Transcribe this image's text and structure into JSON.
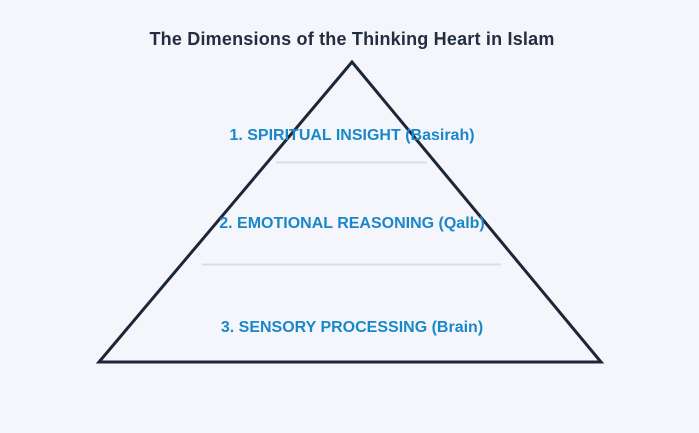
{
  "title": "The Dimensions of the Thinking Heart in Islam",
  "diagram": {
    "type": "pyramid",
    "levels": [
      {
        "rank": 1,
        "label": "1. SPIRITUAL INSIGHT (Basirah)",
        "name": "Spiritual Insight",
        "term": "Basirah"
      },
      {
        "rank": 2,
        "label": "2. EMOTIONAL REASONING (Qalb)",
        "name": "Emotional Reasoning",
        "term": "Qalb"
      },
      {
        "rank": 3,
        "label": "3. SENSORY PROCESSING (Brain)",
        "name": "Sensory Processing",
        "term": "Brain"
      }
    ]
  },
  "colors": {
    "background": "#f5f6fb",
    "pyramid_outline": "#1c2638",
    "level_label": "#1a87c9",
    "divider": "#d8dde7",
    "title": "#232e40"
  }
}
